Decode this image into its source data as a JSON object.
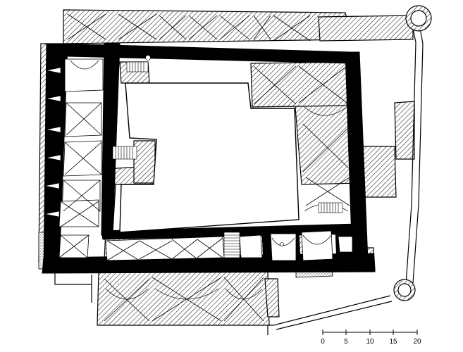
{
  "drawing": {
    "colors": {
      "ink": "#000000",
      "paper": "#ffffff",
      "hatch": "#1a1a1a",
      "stipple": "#555555"
    },
    "courtyard": {
      "label": ""
    },
    "scale_bar": {
      "ticks": [
        "0",
        "5",
        "10",
        "15",
        "20"
      ]
    }
  }
}
